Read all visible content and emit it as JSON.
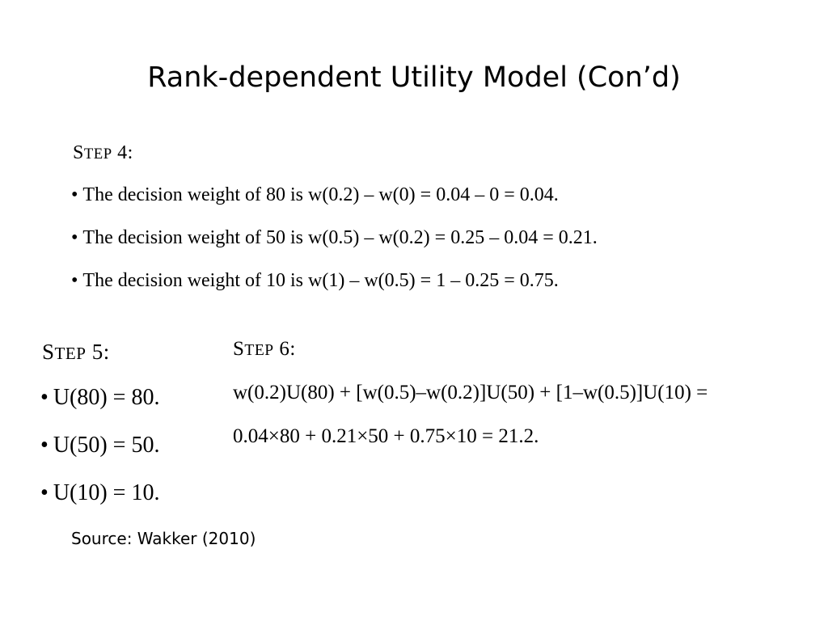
{
  "slide": {
    "title": "Rank-dependent Utility Model (Con’d)",
    "source": "Source: Wakker (2010)"
  },
  "step4": {
    "heading_first": "S",
    "heading_rest": "TEP",
    "heading_num": " 4:",
    "bullets": [
      "The decision weight of 80 is w(0.2) – w(0) = 0.04 – 0 = 0.04.",
      "The decision weight of 50 is w(0.5) – w(0.2) = 0.25 – 0.04 = 0.21.",
      "The decision weight of 10 is w(1) – w(0.5) = 1 – 0.25 = 0.75."
    ]
  },
  "step5": {
    "heading_first": "S",
    "heading_rest": "TEP",
    "heading_num": " 5:",
    "bullets": [
      "U(80) = 80.",
      "U(50) = 50.",
      "U(10) = 10."
    ]
  },
  "step6": {
    "heading_first": "S",
    "heading_rest": "TEP",
    "heading_num": " 6:",
    "line1": "w(0.2)U(80) + [w(0.5)–w(0.2)]U(50) + [1–w(0.5)]U(10) =",
    "line2": "0.04×80 + 0.21×50 + 0.75×10 = 21.2."
  },
  "bullet_char": "•"
}
